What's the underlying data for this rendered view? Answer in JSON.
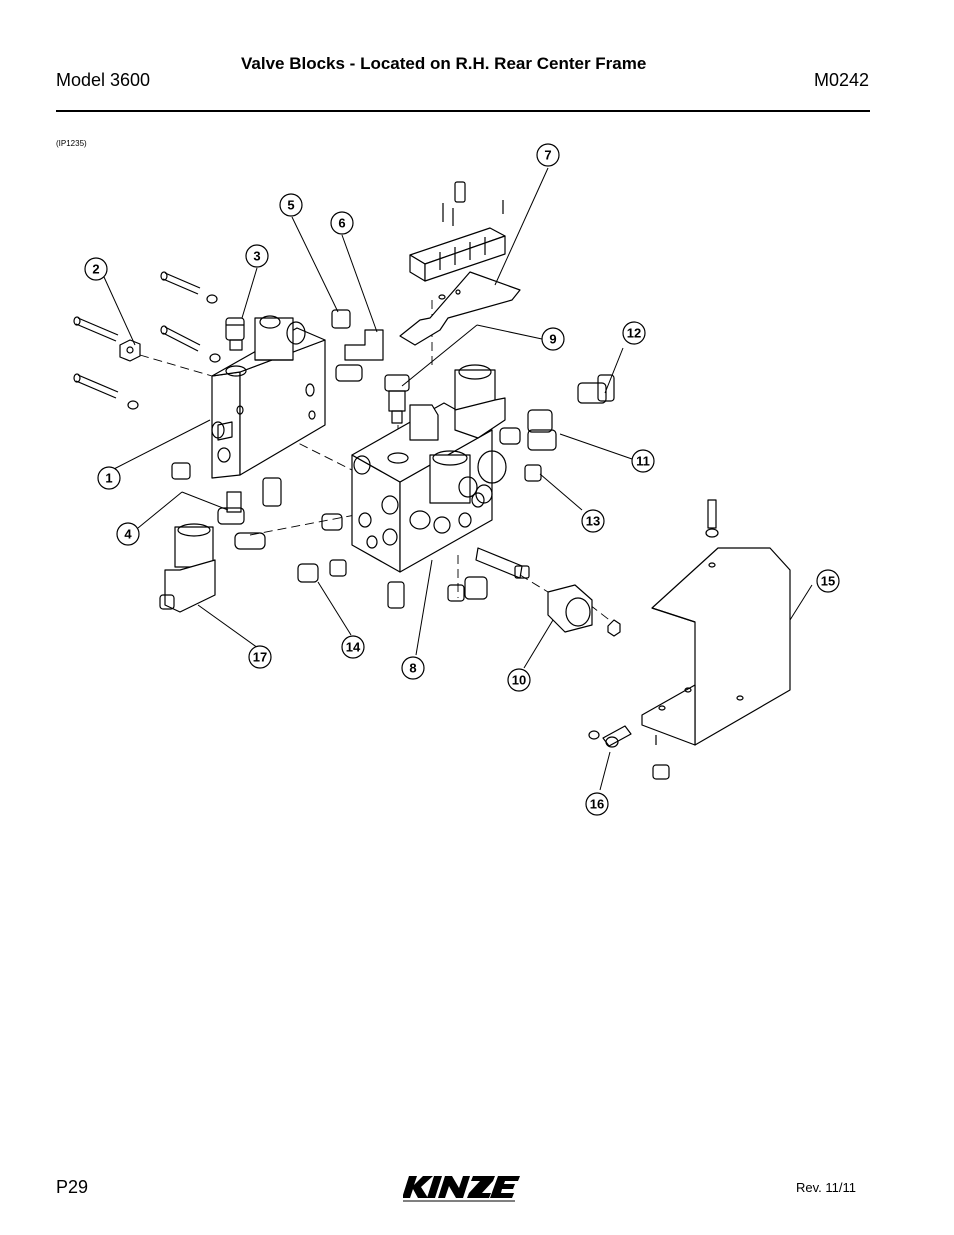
{
  "header": {
    "model": "Model 3600",
    "title": "Valve Blocks - Located on R.H. Rear Center Frame",
    "code": "M0242"
  },
  "figure": {
    "id": "(IP1235)",
    "callouts": [
      "1",
      "2",
      "3",
      "4",
      "5",
      "6",
      "7",
      "8",
      "9",
      "10",
      "11",
      "12",
      "13",
      "14",
      "15",
      "16",
      "17"
    ]
  },
  "footer": {
    "page": "P29",
    "logo": "KINZE",
    "revision": "Rev. 11/11"
  }
}
